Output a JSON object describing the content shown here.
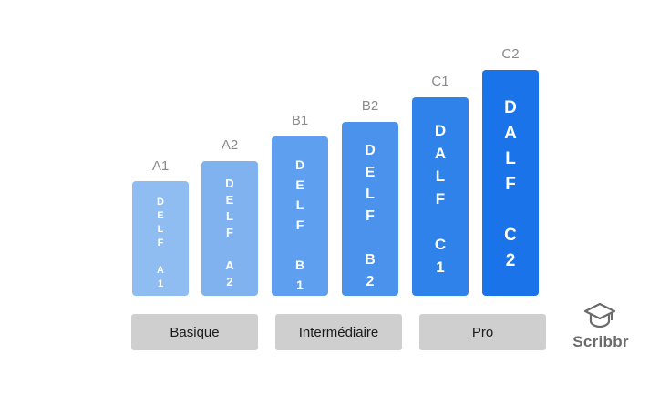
{
  "levels": [
    {
      "label": "A1",
      "text": "DELF A1",
      "color": "#8fbcf1"
    },
    {
      "label": "A2",
      "text": "DELF A2",
      "color": "#7fb2ef"
    },
    {
      "label": "B1",
      "text": "DELF B1",
      "color": "#5f9ff0"
    },
    {
      "label": "B2",
      "text": "DELF B2",
      "color": "#4a92ec"
    },
    {
      "label": "C1",
      "text": "DALF C1",
      "color": "#2f82ea"
    },
    {
      "label": "C2",
      "text": "DALF C2",
      "color": "#1a73e8"
    }
  ],
  "groups": [
    {
      "label": "Basique"
    },
    {
      "label": "Intermédiaire"
    },
    {
      "label": "Pro"
    }
  ],
  "brand": {
    "name": "Scribbr",
    "icon": "graduation-cap-icon",
    "color": "#6b6b6b"
  }
}
